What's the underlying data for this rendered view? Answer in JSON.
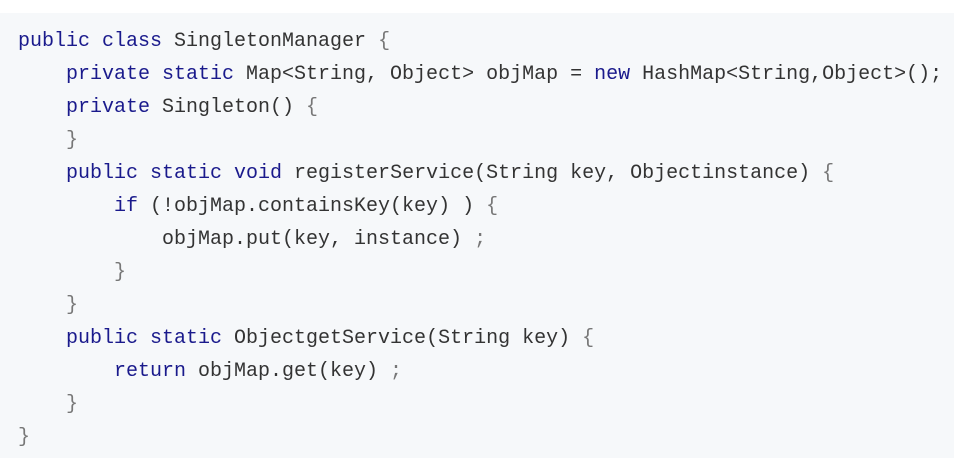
{
  "code": {
    "lines": [
      {
        "indent": 0,
        "tokens": [
          {
            "t": "kw",
            "v": "public class "
          },
          {
            "t": "plain",
            "v": "SingletonManager "
          },
          {
            "t": "punct",
            "v": "{"
          }
        ]
      },
      {
        "indent": 1,
        "tokens": [
          {
            "t": "kw",
            "v": "private static "
          },
          {
            "t": "plain",
            "v": "Map<String, Object> objMap = "
          },
          {
            "t": "kw",
            "v": "new "
          },
          {
            "t": "plain",
            "v": "HashMap<String,Object>();"
          }
        ]
      },
      {
        "indent": 1,
        "tokens": [
          {
            "t": "kw",
            "v": "private "
          },
          {
            "t": "plain",
            "v": "Singleton() "
          },
          {
            "t": "punct",
            "v": "{"
          }
        ]
      },
      {
        "indent": 1,
        "tokens": [
          {
            "t": "punct",
            "v": "}"
          }
        ]
      },
      {
        "indent": 1,
        "tokens": [
          {
            "t": "kw",
            "v": "public static void "
          },
          {
            "t": "plain",
            "v": "registerService(String key, Objectinstance) "
          },
          {
            "t": "punct",
            "v": "{"
          }
        ]
      },
      {
        "indent": 2,
        "tokens": [
          {
            "t": "kw",
            "v": "if "
          },
          {
            "t": "plain",
            "v": "(!objMap.containsKey(key) ) "
          },
          {
            "t": "punct",
            "v": "{"
          }
        ]
      },
      {
        "indent": 3,
        "tokens": [
          {
            "t": "plain",
            "v": "objMap.put(key, instance) "
          },
          {
            "t": "punct",
            "v": ";"
          }
        ]
      },
      {
        "indent": 2,
        "tokens": [
          {
            "t": "punct",
            "v": "}"
          }
        ]
      },
      {
        "indent": 1,
        "tokens": [
          {
            "t": "punct",
            "v": "}"
          }
        ]
      },
      {
        "indent": 1,
        "tokens": [
          {
            "t": "kw",
            "v": "public static "
          },
          {
            "t": "plain",
            "v": "ObjectgetService(String key) "
          },
          {
            "t": "punct",
            "v": "{"
          }
        ]
      },
      {
        "indent": 2,
        "tokens": [
          {
            "t": "kw",
            "v": "return "
          },
          {
            "t": "plain",
            "v": "objMap.get(key) "
          },
          {
            "t": "punct",
            "v": ";"
          }
        ]
      },
      {
        "indent": 1,
        "tokens": [
          {
            "t": "punct",
            "v": "}"
          }
        ]
      },
      {
        "indent": 0,
        "tokens": [
          {
            "t": "punct",
            "v": "}"
          }
        ]
      }
    ]
  }
}
